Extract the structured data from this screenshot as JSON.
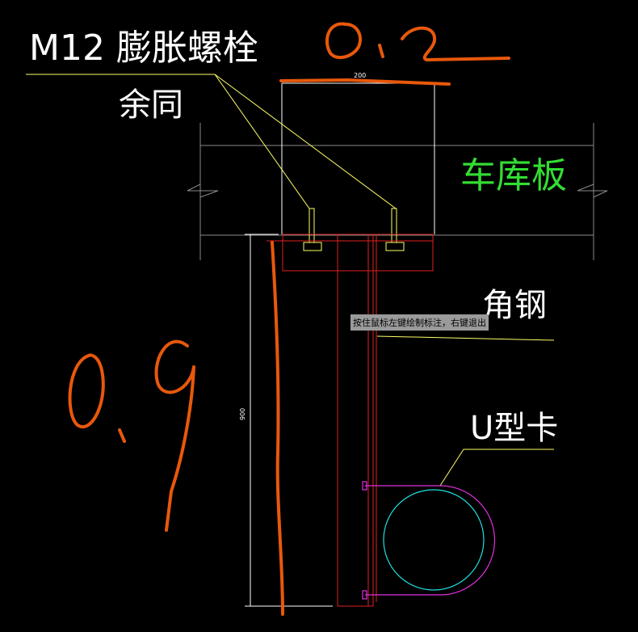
{
  "labels": {
    "bolt": "M12 膨胀螺栓",
    "same": "余同",
    "garage_slab": "车库板",
    "angle_steel": "角钢",
    "u_clamp": "U型卡"
  },
  "dimensions": {
    "width": "200",
    "height": "900"
  },
  "tooltip": "按住鼠标左键绘制标注，右键退出",
  "colors": {
    "background": "#000000",
    "drawing_white": "#ffffff",
    "leader_yellow": "#ffff66",
    "hatch_grey": "#8a8a8a",
    "member_red": "#e02020",
    "clamp_magenta": "#e030e0",
    "pipe_cyan": "#20e0e0",
    "handwriting_orange": "#e8580c",
    "slab_label_green": "#33dd33"
  }
}
